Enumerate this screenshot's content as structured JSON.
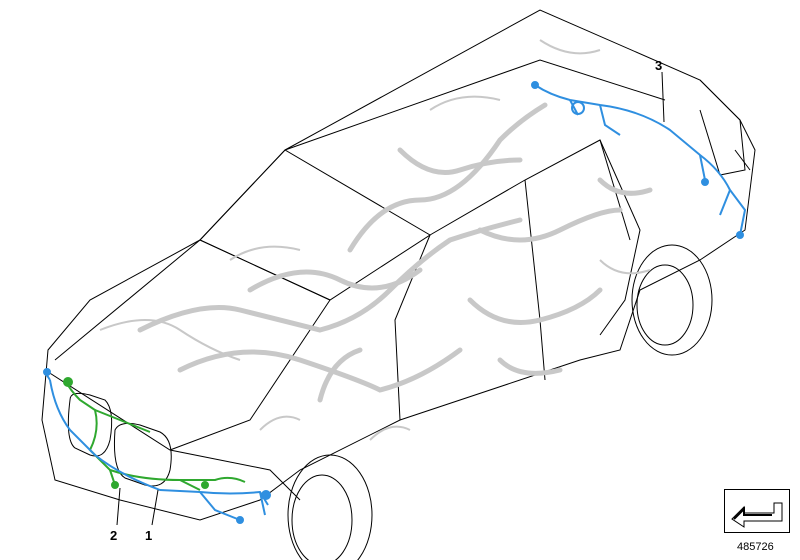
{
  "diagram": {
    "callouts": [
      {
        "id": "1",
        "label": "1"
      },
      {
        "id": "2",
        "label": "2"
      },
      {
        "id": "3",
        "label": "3"
      }
    ],
    "reference_number": "485726",
    "harness_colors": {
      "front_bumper_harness": "#2f8fe0",
      "front_grille_harness": "#2fa82f",
      "tailgate_harness": "#2f8fe0",
      "background_wiring": "#c8c8c8",
      "outline": "#000000"
    },
    "icons": [
      "direction-arrow-icon"
    ]
  }
}
